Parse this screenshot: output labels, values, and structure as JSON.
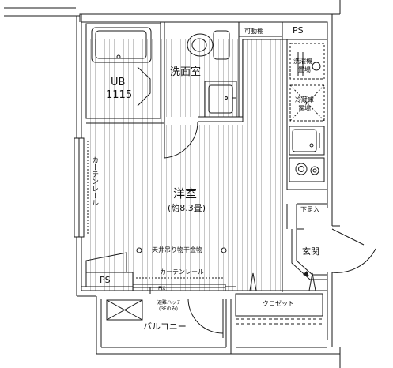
{
  "labels": {
    "unit_bath_code": "UB",
    "unit_bath_size": "1115",
    "washroom": "洗面室",
    "movable_shelf": "可動棚",
    "ps_top": "PS",
    "washing_machine_l1": "洗濯機",
    "washing_machine_l2": "置場",
    "fridge_l1": "冷蔵庫",
    "fridge_l2": "置場",
    "western_room": "洋室",
    "western_room_size": "(約8.3畳)",
    "curtain_rail_left": "カーテンレール",
    "curtain_rail_bottom": "カーテンレール",
    "ceiling_dryer": "天井吊り物干金物",
    "shoe_box": "下足入",
    "entrance": "玄関",
    "ps_bottom": "PS",
    "fix": "FIX",
    "evac_hatch_l1": "避難ハッチ",
    "evac_hatch_l2": "(3Fのみ)",
    "closet": "クロゼット",
    "balcony": "バルコニー"
  },
  "colors": {
    "line": "#1a1a1a",
    "floor_line": "#c8c8c8",
    "wall_fill": "#ffffff"
  }
}
